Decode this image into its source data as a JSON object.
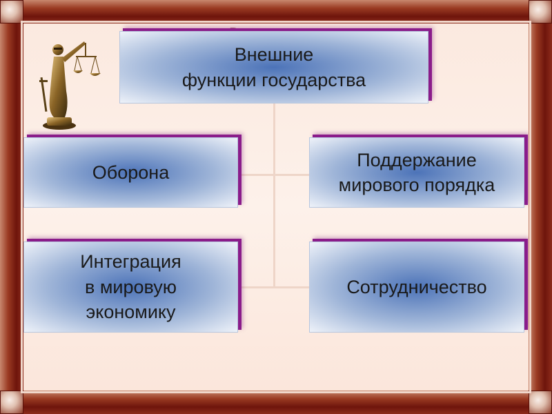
{
  "diagram": {
    "background_title_fragment": "В",
    "root": {
      "line1": "Внешние",
      "line2": "функции государства"
    },
    "defense": {
      "line1": "Оборона"
    },
    "peace": {
      "line1": "Поддержание",
      "line2": "мирового порядка"
    },
    "integration": {
      "line1": "Интеграция",
      "line2": "в мировую",
      "line3": "экономику"
    },
    "cooperation": {
      "line1": "Сотрудничество"
    }
  },
  "colors": {
    "frame": "#7a1e14",
    "background": "#fbe9df",
    "box_center": "#4c73b8",
    "box_shadow": "#8a1c8a"
  },
  "icons": [
    "lady-justice-statue-icon"
  ]
}
